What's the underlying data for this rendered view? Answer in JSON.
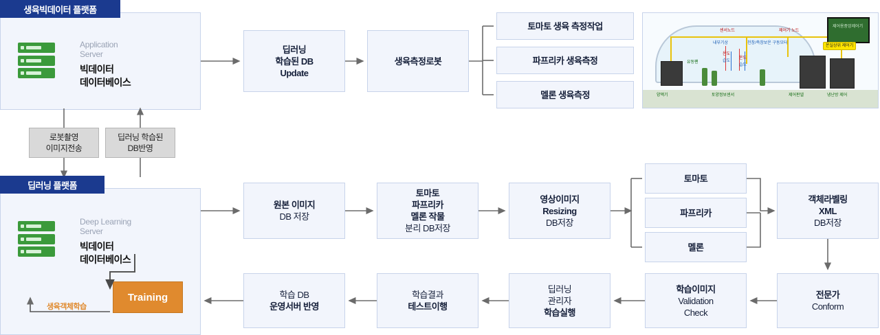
{
  "platforms": {
    "top": {
      "tag": "생육빅데이터 플랫폼",
      "server_label_line1": "Application",
      "server_label_line2": "Server",
      "server_title_line1": "빅데이터",
      "server_title_line2": "데이터베이스"
    },
    "bottom": {
      "tag": "딥러닝 플랫폼",
      "server_label_line1": "Deep Learning",
      "server_label_line2": "Server",
      "server_title_line1": "빅데이터",
      "server_title_line2": "데이터베이스",
      "training_label": "Training",
      "learning_label": "생육객체학습"
    }
  },
  "connectors": {
    "robot_upload": {
      "line1": "로봇촬영",
      "line2": "이미지전송"
    },
    "db_reflect": {
      "line1": "딥러닝 학습된",
      "line2": "DB반영"
    }
  },
  "top_flow": {
    "db_update": {
      "line1": "딥러닝",
      "line2": "학습된 DB",
      "line3": "Update"
    },
    "robot": {
      "line1": "생육측정로봇"
    },
    "measures": [
      {
        "label": "토마토 생육 측정작업"
      },
      {
        "label": "파프리카 생육측정"
      },
      {
        "label": "멜론 생육측정"
      }
    ]
  },
  "greenhouse": {
    "labels": [
      "센서노드",
      "제어기 노드",
      "온실상위 제어기",
      "내부기상",
      "천창/측창보온 구동모터",
      "온도",
      "습도",
      "온도",
      "습도",
      "유동팬",
      "양액기",
      "토양정보센서",
      "제어판넬",
      "냉난방 제어"
    ],
    "screen_text": "제어용중앙제어기"
  },
  "bottom_flow": {
    "row1": [
      {
        "line1": "원본 이미지",
        "line2": "DB 저장",
        "bold_lines": [
          1
        ]
      },
      {
        "line1": "토마토",
        "line2": "파프리카",
        "line3": "멜론 작물",
        "line4": "분리 DB저장",
        "bold_lines": [
          1,
          2,
          3
        ]
      },
      {
        "line1": "영상이미지",
        "line2": "Resizing",
        "line3": "DB저장",
        "bold_lines": [
          1,
          2
        ]
      }
    ],
    "crops": [
      {
        "label": "토마토"
      },
      {
        "label": "파프리카"
      },
      {
        "label": "멜론"
      }
    ],
    "xml_box": {
      "line1": "객체라벨링",
      "line2": "XML",
      "line3": "DB저장",
      "bold_lines": [
        1,
        2
      ]
    },
    "row2": [
      {
        "line1": "전문가",
        "line2": "Conform",
        "bold_lines": [
          1
        ]
      },
      {
        "line1": "학습이미지",
        "line2": "Validation",
        "line3": "Check",
        "bold_lines": [
          1
        ]
      },
      {
        "line1": "딥러닝",
        "line2": "관리자",
        "line3": "학습실행",
        "bold_lines": [
          3
        ]
      },
      {
        "line1": "학습결과",
        "line2": "테스트이행",
        "bold_lines": [
          2
        ]
      },
      {
        "line1": "학습 DB",
        "line2": "운영서버 반영",
        "bold_lines": [
          2
        ]
      }
    ]
  },
  "colors": {
    "panel_bg": "#f2f5fc",
    "panel_border": "#c7d3ea",
    "tag_bg": "#1b3a8f",
    "accent_orange": "#e08a2e",
    "gray_box": "#d9d9d9",
    "rack_green": "#3b9a3b"
  }
}
